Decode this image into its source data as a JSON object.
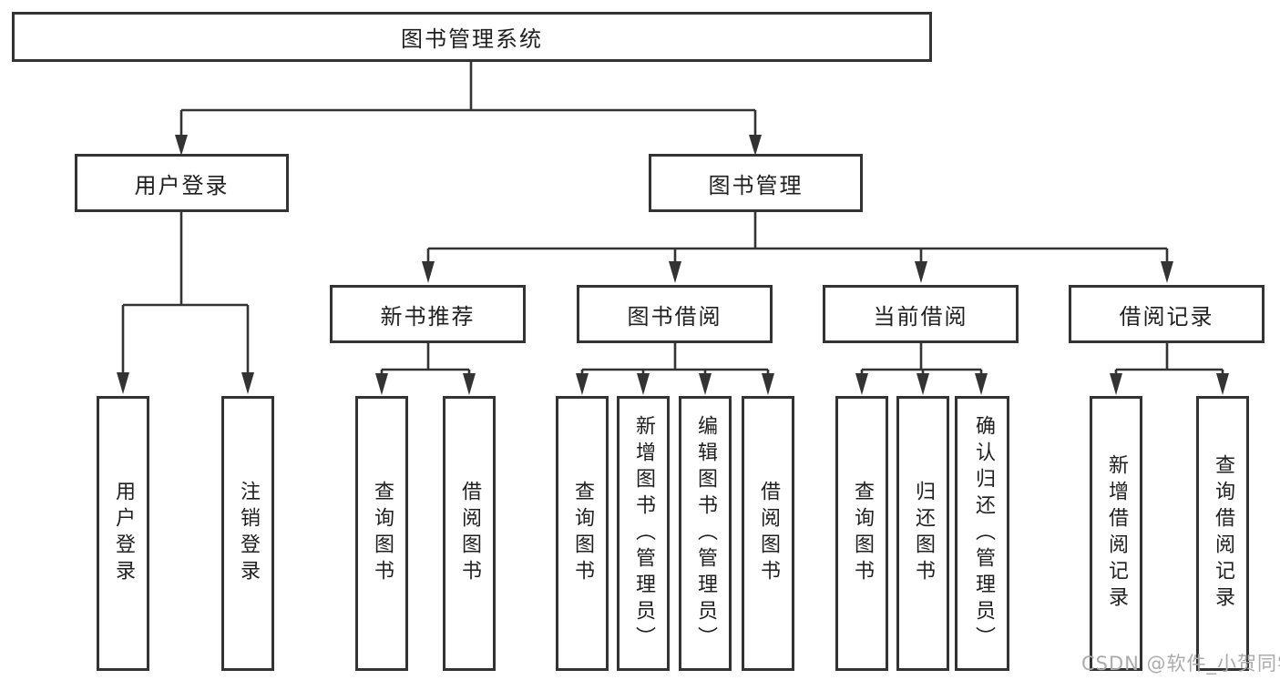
{
  "diagram": {
    "title": "图书管理系统",
    "branches": [
      {
        "label": "用户登录",
        "children": [
          {
            "label": "用户登录"
          },
          {
            "label": "注销登录"
          }
        ]
      },
      {
        "label": "图书管理",
        "children": [
          {
            "label": "新书推荐",
            "children": [
              {
                "label": "查询图书"
              },
              {
                "label": "借阅图书"
              }
            ]
          },
          {
            "label": "图书借阅",
            "children": [
              {
                "label": "查询图书"
              },
              {
                "label": "新增图书（管理员）"
              },
              {
                "label": "编辑图书（管理员）"
              },
              {
                "label": "借阅图书"
              }
            ]
          },
          {
            "label": "当前借阅",
            "children": [
              {
                "label": "查询图书"
              },
              {
                "label": "归还图书"
              },
              {
                "label": "确认归还（管理员）"
              }
            ]
          },
          {
            "label": "借阅记录",
            "children": [
              {
                "label": "新增借阅记录"
              },
              {
                "label": "查询借阅记录"
              }
            ]
          }
        ]
      }
    ]
  },
  "watermark": {
    "text": "CSDN @软件_小贺同学"
  },
  "colors": {
    "line": "#333333",
    "border": "#333333",
    "text": "#1f1f1f",
    "background": "#ffffff",
    "watermark": "#ababab"
  }
}
